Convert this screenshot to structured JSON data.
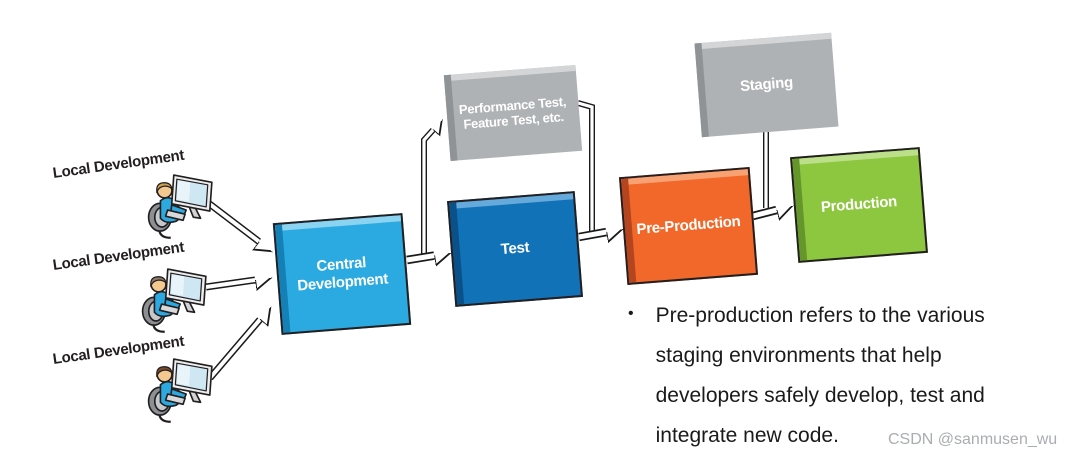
{
  "developers": {
    "items": [
      {
        "label": "Local Development"
      },
      {
        "label": "Local Development"
      },
      {
        "label": "Local Development"
      }
    ],
    "icon": "developer-at-computer-icon"
  },
  "pipeline": {
    "central_development": {
      "line1": "Central",
      "line2": "Development",
      "color": "#2BAAE1"
    },
    "test": {
      "line1": "Test",
      "color": "#1272B8"
    },
    "performance_test": {
      "line1": "Performance Test,",
      "line2": "Feature Test, etc.",
      "color": "#AFB2B5"
    },
    "staging": {
      "line1": "Staging",
      "color": "#AFB2B5"
    },
    "pre_production": {
      "line1": "Pre-Production",
      "color": "#F2682A"
    },
    "production": {
      "line1": "Production",
      "color": "#8DC63F"
    }
  },
  "note": {
    "bullet": "•",
    "lines": [
      "Pre-production refers to the various",
      "staging environments that help",
      "developers safely develop, test and",
      "integrate new code."
    ]
  },
  "watermark": "CSDN @sanmusen_wu"
}
